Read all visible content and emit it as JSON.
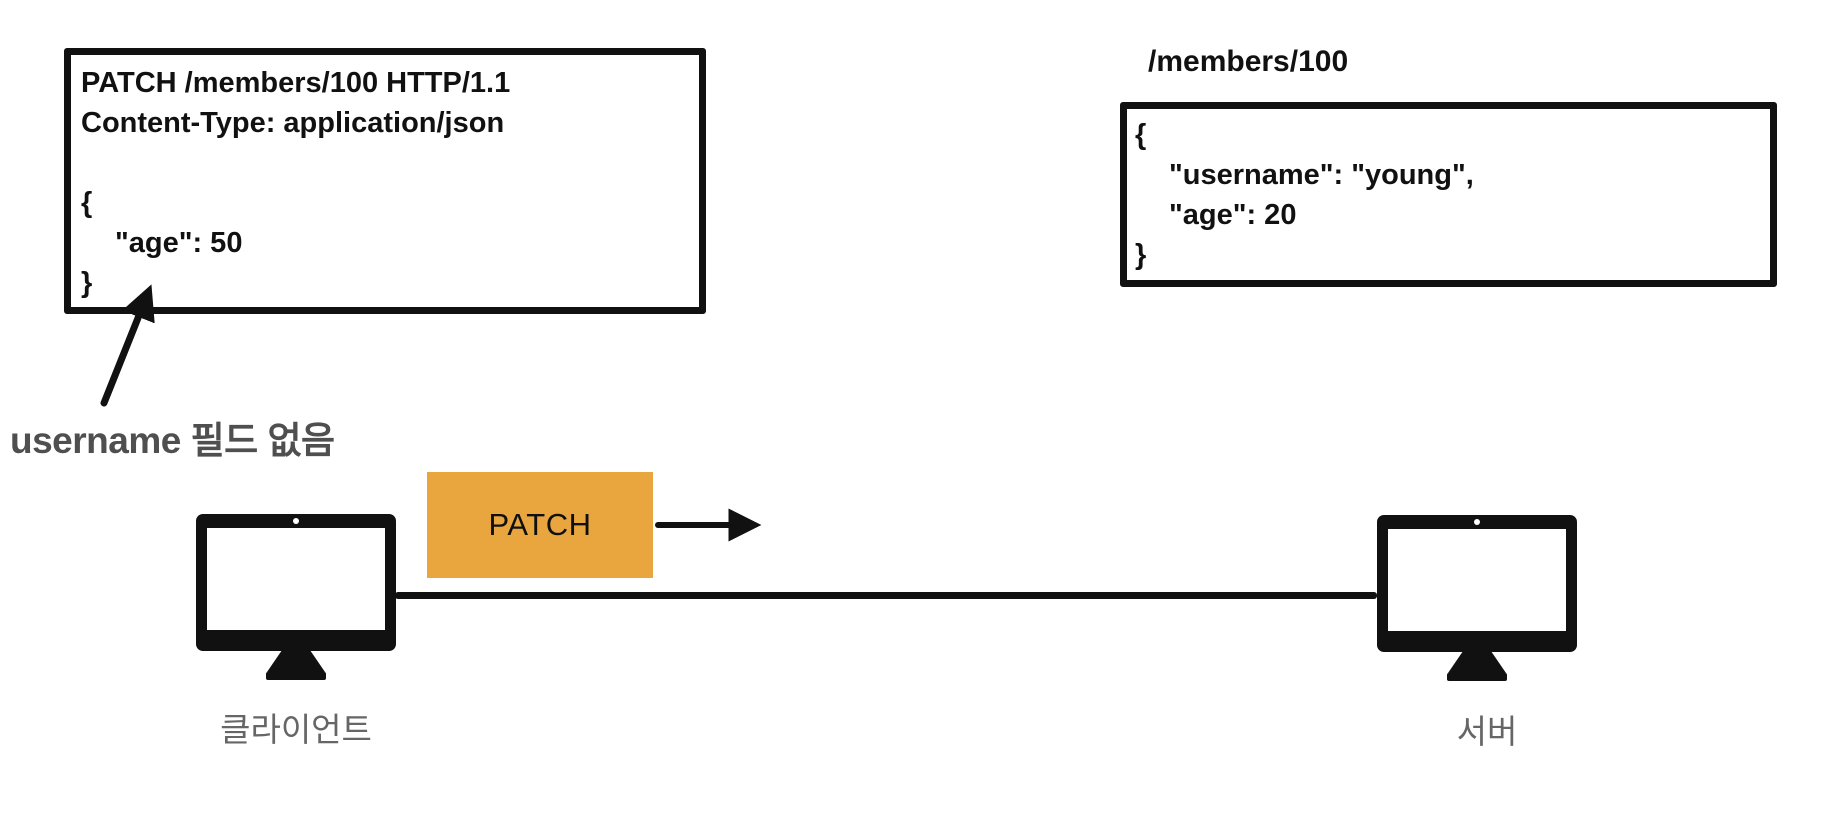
{
  "request_box": {
    "request_line": "PATCH /members/100 HTTP/1.1",
    "header_line": "Content-Type: application/json",
    "json_open": "{",
    "json_body": "\"age\": 50",
    "json_close": "}"
  },
  "annotation": {
    "label": "username 필드 없음"
  },
  "resource_box": {
    "path_label": "/members/100",
    "json_open": "{",
    "json_line1": "\"username\": \"young\",",
    "json_line2": "\"age\": 20",
    "json_close": "}"
  },
  "patch_badge": {
    "label": "PATCH"
  },
  "client": {
    "label": "클라이언트"
  },
  "server": {
    "label": "서버"
  },
  "colors": {
    "ink": "#111111",
    "accent_orange": "#E9A63E",
    "label_gray": "#666666",
    "annotation_gray": "#4f4f4f"
  }
}
